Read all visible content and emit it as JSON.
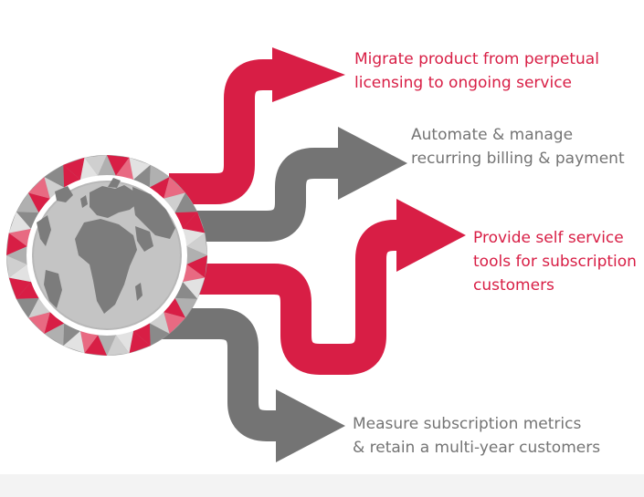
{
  "colors": {
    "accent_red": "#d81e45",
    "neutral_gray": "#747474",
    "globe_land": "#7c7c7c"
  },
  "diagram": {
    "center": {
      "icon": "globe-icon"
    },
    "arrows": [
      {
        "color": "red",
        "lines": [
          "Migrate product from perpetual",
          "licensing to ongoing service"
        ]
      },
      {
        "color": "gray",
        "lines": [
          "Automate & manage",
          "recurring billing & payment"
        ]
      },
      {
        "color": "red",
        "lines": [
          "Provide self service",
          "tools for subscription",
          "customers"
        ]
      },
      {
        "color": "gray",
        "lines": [
          "Measure subscription metrics",
          "& retain a multi-year customers"
        ]
      }
    ]
  }
}
